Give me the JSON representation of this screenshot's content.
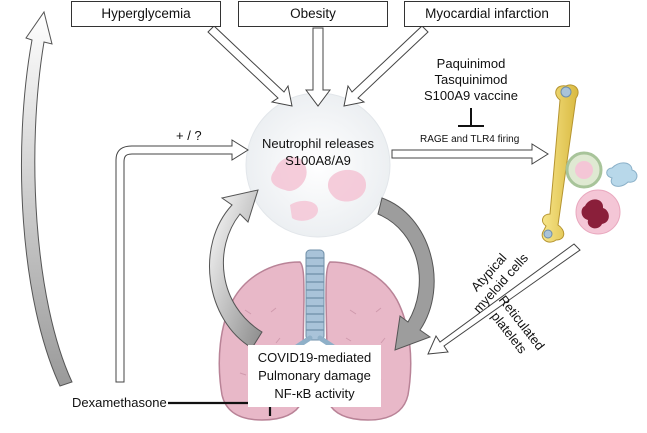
{
  "top_boxes": {
    "hyperglycemia": "Hyperglycemia",
    "obesity": "Obesity",
    "myocardial_infarction": "Myocardial infarction"
  },
  "inhibitors": {
    "line1": "Paquinimod",
    "line2": "Tasquinimod",
    "line3": "S100A9 vaccine"
  },
  "pathway_label": "RAGE and TLR4 firing",
  "question_label": "+ / ?",
  "neutrophil": {
    "line1": "Neutrophil releases",
    "line2": "S100A8/A9"
  },
  "outputs": {
    "atypical_line1": "Atypical",
    "atypical_line2": "myeloid cells",
    "reticulated_line1": "Reticulated",
    "reticulated_line2": "platelets"
  },
  "lung_box": {
    "line1": "COVID19-mediated",
    "line2": "Pulmonary damage",
    "line3": "NF-κB activity"
  },
  "dexamethasone": "Dexamethasone",
  "colors": {
    "lung": "#e8b8c8",
    "bone": "#f2dc6e",
    "cell_pink": "#f4c6d6",
    "dark_red": "#8a1f3a",
    "trachea": "#a9c3d9"
  }
}
